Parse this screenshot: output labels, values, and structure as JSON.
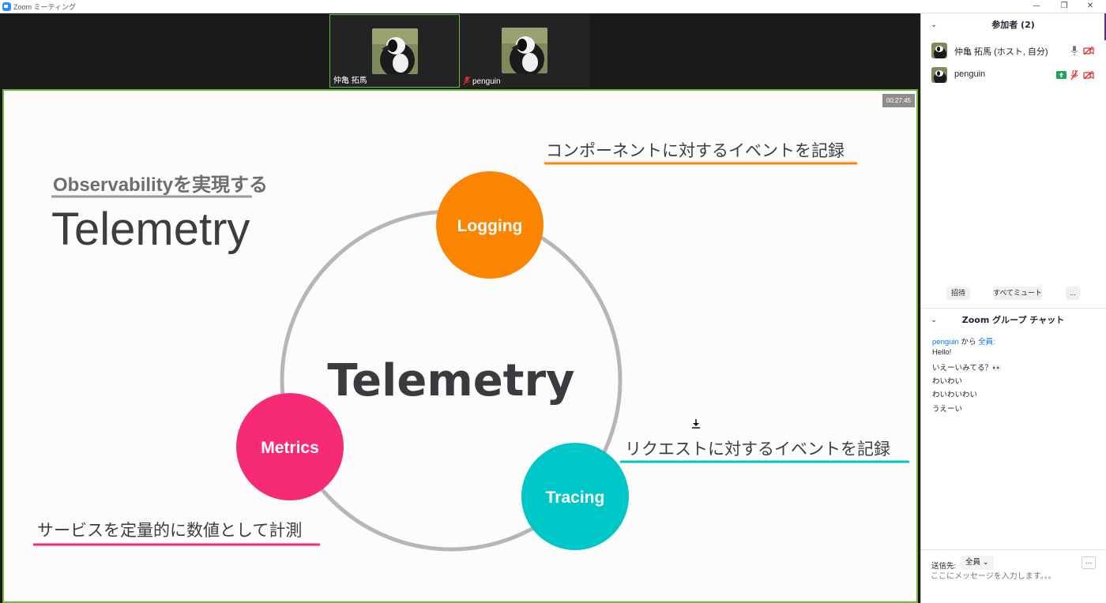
{
  "window": {
    "title": "Zoom ミーティング",
    "controls": {
      "minimize": "—",
      "restore": "❐",
      "close": "✕"
    }
  },
  "video_tiles": [
    {
      "name": "仲亀 拓馬",
      "active": true,
      "muted": false
    },
    {
      "name": "penguin",
      "active": false,
      "muted": true
    }
  ],
  "share": {
    "timer": "00:27:45",
    "slide": {
      "subtitle": "Observabilityを実現する",
      "title": "Telemetry",
      "center_label": "Telemetry",
      "nodes": [
        {
          "label": "Logging",
          "color": "#fb8400"
        },
        {
          "label": "Metrics",
          "color": "#f72b73"
        },
        {
          "label": "Tracing",
          "color": "#00c7c7"
        }
      ],
      "annotations": {
        "logging": "コンポーネントに対するイベントを記録",
        "tracing": "リクエストに対するイベントを記録",
        "metrics": "サービスを定量的に数値として計測"
      },
      "colors": {
        "accent_orange": "#fb8400",
        "accent_pink": "#f72b73",
        "accent_teal": "#00c7c7",
        "ring": "#b8b5ba"
      }
    }
  },
  "participants_panel": {
    "header": "参加者 (2)",
    "participants": [
      {
        "name": "仲亀 拓馬 (ホスト, 自分)"
      },
      {
        "name": "penguin"
      }
    ],
    "buttons": {
      "invite": "招待",
      "mute_all": "すべてミュート",
      "more": "..."
    }
  },
  "chat_panel": {
    "header": "Zoom グループ チャット",
    "sender_line": {
      "from": "penguin",
      "connector": "から",
      "to": "全員:"
    },
    "messages": [
      "Hello!",
      "いえーいみてる？👀",
      "わいわい",
      "わいわいわい",
      "うえーい"
    ],
    "send_to_label": "送信先:",
    "send_to_value": "全員",
    "input_placeholder": "ここにメッセージを入力します。。。",
    "more": "..."
  }
}
